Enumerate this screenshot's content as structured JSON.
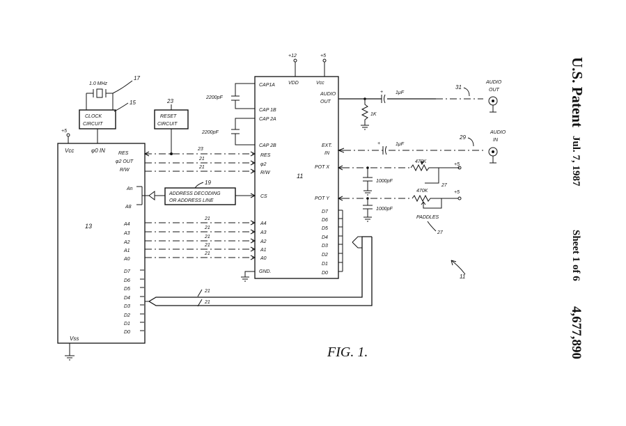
{
  "header": {
    "title": "U.S. Patent",
    "date": "Jul. 7, 1987",
    "sheet": "Sheet 1 of 6",
    "patent_number": "4,677,890"
  },
  "figure_label": "FIG. 1.",
  "refs": {
    "system": "11",
    "cpu": "13",
    "sound_chip": "11",
    "clock": "15",
    "crystal": "17",
    "addr_decoder": "19",
    "reset": "23",
    "audio_in": "29",
    "audio_out": "31",
    "paddles": "27",
    "paddle_pot": "27",
    "bus": "21",
    "reset_line": "23"
  },
  "crystal_label": "1.0 MHz",
  "blocks": {
    "clock": [
      "CLOCK",
      "CIRCUIT"
    ],
    "reset": [
      "RESET",
      "CIRCUIT"
    ],
    "addr": [
      "ADDRESS DECODING",
      "OR ADDRESS LINE"
    ]
  },
  "cpu_pins": {
    "vcc": "Vcc",
    "phi0": "φ0 IN",
    "vss": "Vss",
    "res": "RES",
    "phi2out": "φ2 OUT",
    "rw": "R/W",
    "an": "An",
    "a8": "A8",
    "a4": "A4",
    "a3": "A3",
    "a2": "A2",
    "a1": "A1",
    "a0": "A0",
    "data": [
      "D7",
      "D6",
      "D5",
      "D4",
      "D3",
      "D2",
      "D1",
      "D0"
    ]
  },
  "chip_pins": {
    "vdd": "VDD",
    "vcc": "Vcc",
    "cap1a": "CAP1A",
    "cap1b": "CAP 1B",
    "cap2a": "CAP 2A",
    "cap2b": "CAP 2B",
    "res": "RES",
    "phi2": "φ2",
    "rw": "R/W",
    "cs": "CS",
    "a4": "A4",
    "a3": "A3",
    "a2": "A2",
    "a1": "A1",
    "a0": "A0",
    "gnd": "GND.",
    "audio_out": [
      "AUDIO",
      "OUT"
    ],
    "ext_in": [
      "EXT.",
      "IN"
    ],
    "potx": "POT X",
    "poty": "POT Y",
    "data": [
      "D7",
      "D6",
      "D5",
      "D4",
      "D3",
      "D2",
      "D1",
      "D0"
    ]
  },
  "components": {
    "cap1": "2200pF",
    "cap2": "2200pF",
    "r1k": "1K",
    "c_out": "1μF",
    "c_in": "1μF",
    "pot1": "470K",
    "pot2": "470K",
    "c_potx": "1000pF",
    "c_poty": "1000pF",
    "plus": "+"
  },
  "power": {
    "v12": "+12",
    "v5": "+5",
    "v5cpu": "+5",
    "v5a": "+5",
    "v5b": "+5"
  },
  "connectors": {
    "audio_out": [
      "AUDIO",
      "OUT"
    ],
    "audio_in": [
      "AUDIO",
      "IN"
    ]
  },
  "paddles_label": "PADDLES"
}
